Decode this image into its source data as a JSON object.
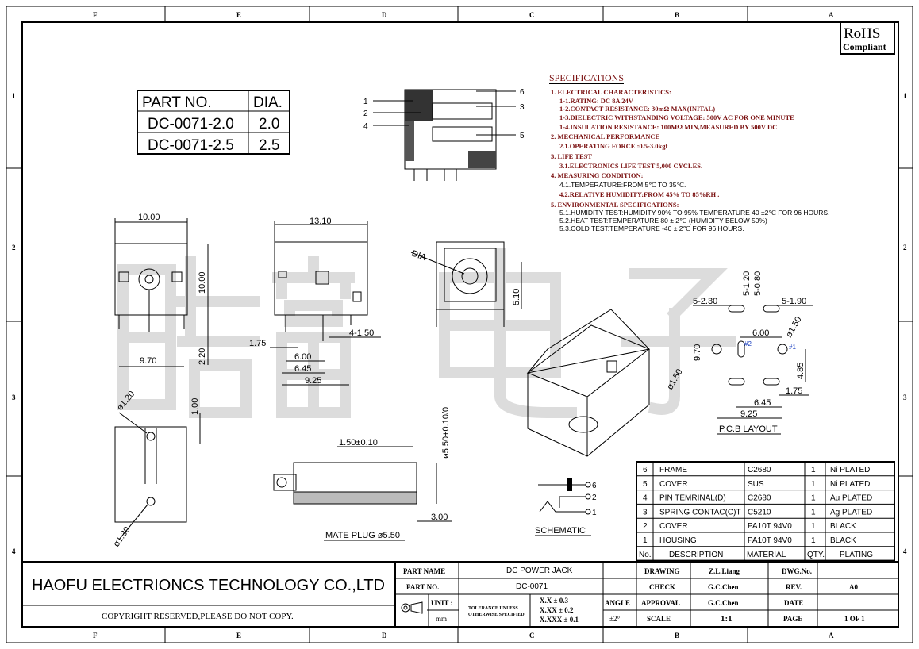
{
  "zones_letters": [
    "F",
    "E",
    "D",
    "C",
    "B",
    "A"
  ],
  "zones_numbers": [
    "1",
    "2",
    "3",
    "4"
  ],
  "watermark": "皓富电子",
  "rohs": {
    "line1": "RoHS",
    "line2": "Compliant"
  },
  "part_table": {
    "headers": [
      "PART NO.",
      "DIA."
    ],
    "rows": [
      [
        "DC-0071-2.0",
        "2.0"
      ],
      [
        "DC-0071-2.5",
        "2.5"
      ]
    ]
  },
  "callouts": [
    "1",
    "2",
    "4",
    "6",
    "3",
    "5"
  ],
  "specs": {
    "title": "SPECIFICATIONS",
    "lines": [
      "1. ELECTRICAL CHARACTERISTICS:",
      "1-1.RATING: DC 8A 24V",
      "1-2.CONTACT RESISTANCE: 30mΩ MAX(INITAL)",
      "1-3.DIELECTRIC WITHSTANDING VOLTAGE: 500V AC FOR ONE MINUTE",
      "1-4.INSULATION RESISTANCE: 100MΩ MIN,MEASURED BY 500V DC",
      "2. MECHANICAL PERFORMANCE",
      "2.1.OPERATING FORCE :0.5-3.0kgf",
      "3. LIFE TEST",
      "3.1.ELECTRONICS LIFE TEST 5,000 CYCLES.",
      "4. MEASURING CONDITION:",
      "4.1.TEMPERATURE:FROM 5℃ TO 35℃.",
      "4.2.RELATIVE HUMIDITY:FROM 45% TO 85%RH .",
      "5. ENVIRONMENTAL SPECIFICATIONS:",
      "5.1.HUMIDITY TEST:HUMIDITY 90% TO 95% TEMPERATURE 40 ±2℃ FOR 96 HOURS.",
      "5.2.HEAT TEST:TEMPERATURE 80 ± 2℃ (HUMIDITY BELOW 50%)",
      "5.3.COLD TEST:TEMPERATURE -40 ± 2℃ FOR 96 HOURS."
    ]
  },
  "dims": {
    "front_w": "10.00",
    "front_h": "10.00",
    "front_pin": "2.20",
    "front_base": "9.70",
    "side_w": "13.10",
    "side_pin": "4-1.50",
    "d175": "1.75",
    "d600": "6.00",
    "d645": "6.45",
    "d925": "9.25",
    "dia": "DIA",
    "d510": "5.10",
    "pcb_a": "5-1.20",
    "pcb_b": "5-0.80",
    "pcb_c": "5-2.30",
    "pcb_d": "5-1.90",
    "pcb_600": "6.00",
    "pcb_phi1": "ø1.50",
    "pcb_970": "9.70",
    "pcb_h2": "#2",
    "pcb_h1": "#1",
    "pcb_485": "4.85",
    "pcb_phi2": "ø1.50",
    "pcb_175": "1.75",
    "pcb_645": "6.45",
    "pcb_925": "9.25",
    "pcb_title": "P.C.B LAYOUT",
    "bot_phi120": "ø1.20",
    "bot_100": "1.00",
    "bot_phi130": "ø1.30",
    "plug_150": "1.50±0.10",
    "plug_phi": "ø5.50+0.10/0",
    "plug_300": "3.00",
    "plug_title": "MATE PLUG ø5.50"
  },
  "schematic": {
    "title": "SCHEMATIC",
    "pins": [
      "6",
      "2",
      "1"
    ]
  },
  "bom": {
    "rows": [
      [
        "6",
        "FRAME",
        "C2680",
        "1",
        "Ni PLATED"
      ],
      [
        "5",
        "COVER",
        "SUS",
        "1",
        "Ni PLATED"
      ],
      [
        "4",
        "PIN TEMRINAL(D)",
        "C2680",
        "1",
        "Au PLATED"
      ],
      [
        "3",
        "SPRING CONTAC(C)T",
        "C5210",
        "1",
        "Ag PLATED"
      ],
      [
        "2",
        "COVER",
        "PA10T 94V0",
        "1",
        "BLACK"
      ],
      [
        "1",
        "HOUSING",
        "PA10T 94V0",
        "1",
        "BLACK"
      ]
    ],
    "headers": [
      "No.",
      "DESCRIPTION",
      "MATERIAL",
      "QTY.",
      "PLATING"
    ]
  },
  "title_block": {
    "company": "HAOFU ELECTRIONCS TECHNOLOGY CO.,LTD",
    "copyright": "COPYRIGHT RESERVED,PLEASE DO NOT COPY.",
    "part_name_label": "PART NAME",
    "part_name": "DC POWER JACK",
    "part_no_label": "PART NO.",
    "part_no": "DC-0071",
    "unit_label": "UNIT :",
    "unit": "mm",
    "tol_1": "TOLERANCE UNLESS",
    "tol_2": "OTHERWISE SPECIFIED",
    "tol_a": "X.X ± 0.3",
    "tol_b": "X.XX ± 0.2",
    "tol_c": "X.XXX ± 0.1",
    "angle_label": "ANGLE",
    "angle": "±2°",
    "drawing_label": "DRAWING",
    "drawing": "Z.L.Liang",
    "check_label": "CHECK",
    "check": "G.C.Chen",
    "approval_label": "APPROVAL",
    "approval": "G.C.Chen",
    "scale_label": "SCALE",
    "scale": "1:1",
    "dwg_label": "DWG.No.",
    "dwg": "",
    "rev_label": "REV.",
    "rev": "A0",
    "date_label": "DATE",
    "date": "",
    "page_label": "PAGE",
    "page": "1 OF 1"
  }
}
